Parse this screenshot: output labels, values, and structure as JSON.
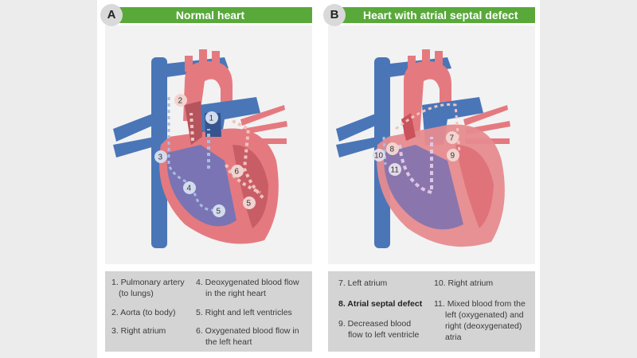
{
  "panels": [
    {
      "badge": "A",
      "title": "Normal heart",
      "diagram_labels": [
        "1",
        "2",
        "3",
        "4",
        "5",
        "5",
        "6"
      ],
      "legend": [
        {
          "line1": "1. Pulmonary artery",
          "line2": "(to lungs)"
        },
        {
          "line1": "2. Aorta (to body)"
        },
        {
          "line1": "3. Right atrium"
        },
        {
          "line1": "4. Deoxygenated blood flow",
          "line2": "in the right heart"
        },
        {
          "line1": "5. Right and left ventricles"
        },
        {
          "line1": "6. Oxygenated blood flow in",
          "line2": "the left heart"
        }
      ]
    },
    {
      "badge": "B",
      "title": "Heart with atrial septal defect",
      "diagram_labels": [
        "7",
        "8",
        "9",
        "10",
        "11"
      ],
      "legend": [
        {
          "line1": "7. Left atrium"
        },
        {
          "line1": "8. Atrial septal defect",
          "bold": true
        },
        {
          "line1": "9. Decreased blood",
          "line2": "flow to left ventricle"
        },
        {
          "line1": "10. Right atrium"
        },
        {
          "line1": "11. Mixed blood from the",
          "line2": "left (oxygenated) and",
          "line3": "right (deoxygenated)",
          "line4": "atria"
        }
      ]
    }
  ],
  "colors": {
    "header_green": "#58a93a",
    "vein_blue": "#4a76b8",
    "artery_red": "#e47a80",
    "legend_bg": "#d4d4d4",
    "image_bg": "#f2f2f2"
  }
}
